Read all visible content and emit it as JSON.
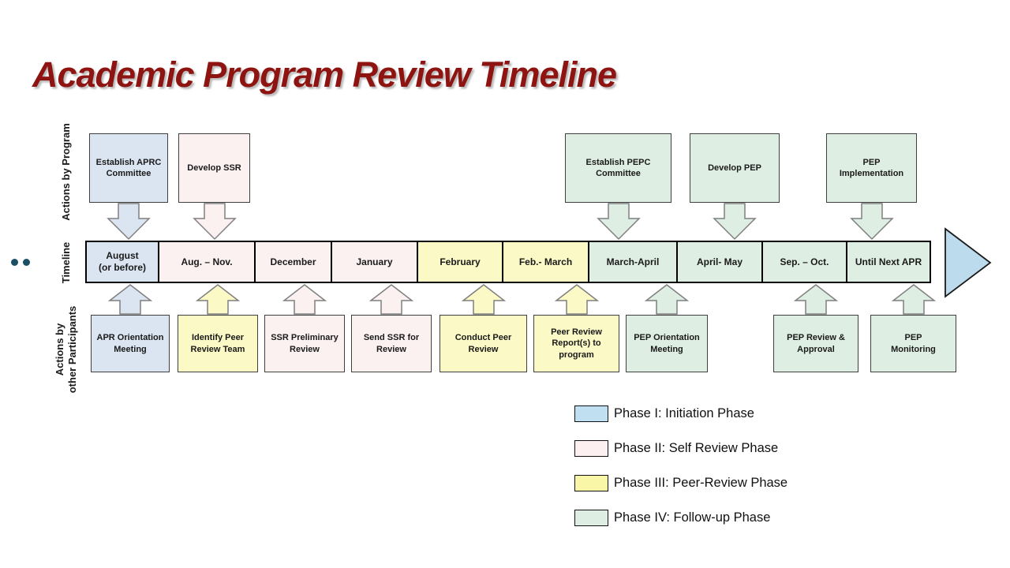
{
  "title": "Academic Program Review Timeline",
  "side_labels": {
    "program": "Actions by Program",
    "timeline": "Timeline",
    "participants_line1": "Actions by",
    "participants_line2": "other Participants"
  },
  "timeline_cells": [
    {
      "label": "August\n(or before)",
      "phase": "I"
    },
    {
      "label": "Aug. – Nov.",
      "phase": "II"
    },
    {
      "label": "December",
      "phase": "II"
    },
    {
      "label": "January",
      "phase": "II"
    },
    {
      "label": "February",
      "phase": "III"
    },
    {
      "label": "Feb.- March",
      "phase": "III"
    },
    {
      "label": "March-April",
      "phase": "IV"
    },
    {
      "label": "April- May",
      "phase": "IV"
    },
    {
      "label": "Sep. – Oct.",
      "phase": "IV"
    },
    {
      "label": "Until Next APR",
      "phase": "IV"
    }
  ],
  "top_actions": [
    {
      "label": "Establish APRC Committee",
      "phase": "I"
    },
    {
      "label": "Develop SSR",
      "phase": "II"
    },
    {
      "label": "Establish PEPC Committee",
      "phase": "IV"
    },
    {
      "label": "Develop PEP",
      "phase": "IV"
    },
    {
      "label": "PEP Implementation",
      "phase": "IV"
    }
  ],
  "bottom_actions": [
    {
      "label": "APR Orientation Meeting",
      "phase": "I"
    },
    {
      "label": "Identify Peer Review Team",
      "phase": "III"
    },
    {
      "label": "SSR Preliminary Review",
      "phase": "II"
    },
    {
      "label": "Send SSR for Review",
      "phase": "II"
    },
    {
      "label": "Conduct Peer Review",
      "phase": "III"
    },
    {
      "label": "Peer Review Report(s) to program",
      "phase": "III"
    },
    {
      "label": "PEP Orientation Meeting",
      "phase": "IV"
    },
    {
      "label": "PEP Review & Approval",
      "phase": "IV"
    },
    {
      "label": "PEP\nMonitoring",
      "phase": "IV"
    }
  ],
  "legend": [
    {
      "label": "Phase I: Initiation Phase",
      "color": "#c0e0f2"
    },
    {
      "label": "Phase II: Self Review Phase",
      "color": "#fdf0f1"
    },
    {
      "label": "Phase III: Peer-Review Phase",
      "color": "#f9f6a8"
    },
    {
      "label": "Phase IV: Follow-up Phase",
      "color": "#dfeee3"
    }
  ],
  "colors": {
    "phase1_fill": "#dbe5f1",
    "phase2_fill": "#fcf1f1",
    "phase3_fill": "#fbf9c5",
    "phase4_fill": "#dfeee3",
    "title_color": "#8e1411",
    "timeline_arrowhead": "#bcdcee",
    "bullet_dots": "#1b4f66"
  }
}
